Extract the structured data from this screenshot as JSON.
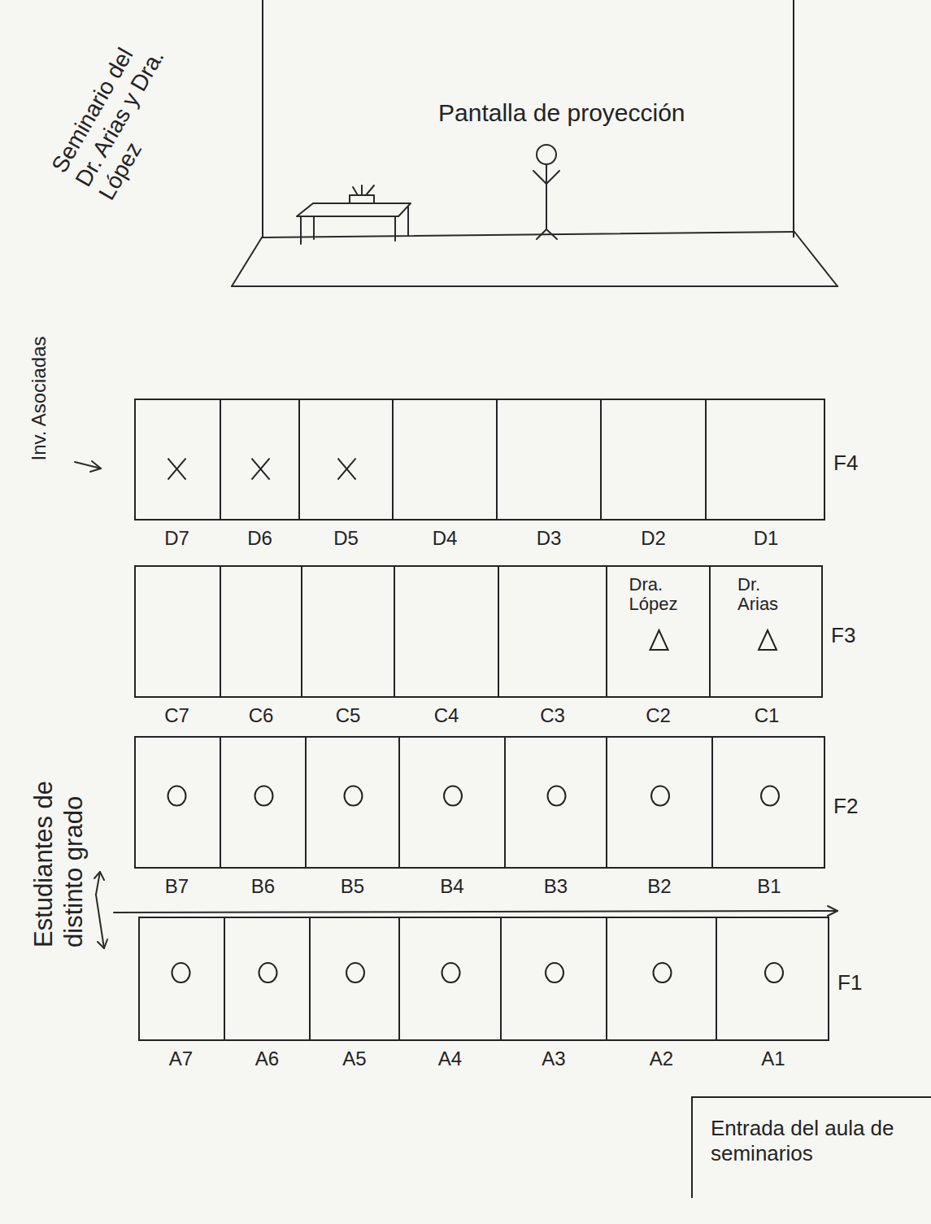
{
  "diagram": {
    "title": "Seminario del Dr. Arias y Dra. López",
    "nodes": [
      {
        "text": [
          "Pantalla de proyección"
        ]
      },
      {
        "text": [
          "F4"
        ]
      },
      {
        "text": [
          "D7"
        ],
        "in": 1
      },
      {
        "text": [
          "D6"
        ],
        "in": 1
      },
      {
        "text": [
          "D5"
        ],
        "in": 1
      },
      {
        "text": [
          "D4"
        ],
        "in": 1
      },
      {
        "text": [
          "D3"
        ],
        "in": 1
      },
      {
        "text": [
          "D2"
        ],
        "in": 1
      },
      {
        "text": [
          "D1"
        ],
        "in": 1
      },
      {
        "text": [
          "F3"
        ]
      },
      {
        "text": [
          "C7"
        ],
        "in": 9
      },
      {
        "text": [
          "C6"
        ],
        "in": 9
      },
      {
        "text": [
          "C5"
        ],
        "in": 9
      },
      {
        "text": [
          "C4"
        ],
        "in": 9
      },
      {
        "text": [
          "C3"
        ],
        "in": 9
      },
      {
        "text": [
          "Dra. López",
          "C2"
        ],
        "in": 9
      },
      {
        "text": [
          "Dr. Arias",
          "C1"
        ],
        "in": 9
      },
      {
        "text": [
          "F2"
        ]
      },
      {
        "text": [
          "B7"
        ],
        "in": 17
      },
      {
        "text": [
          "B6"
        ],
        "in": 17
      },
      {
        "text": [
          "B5"
        ],
        "in": 17
      },
      {
        "text": [
          "B4"
        ],
        "in": 17
      },
      {
        "text": [
          "B3"
        ],
        "in": 17
      },
      {
        "text": [
          "B2"
        ],
        "in": 17
      },
      {
        "text": [
          "B1"
        ],
        "in": 17
      },
      {
        "text": [
          "F1"
        ]
      },
      {
        "text": [
          "A7"
        ],
        "in": 25
      },
      {
        "text": [
          "A6"
        ],
        "in": 25
      },
      {
        "text": [
          "A5"
        ],
        "in": 25
      },
      {
        "text": [
          "A4"
        ],
        "in": 25
      },
      {
        "text": [
          "A3"
        ],
        "in": 25
      },
      {
        "text": [
          "A2"
        ],
        "in": 25
      },
      {
        "text": [
          "A1"
        ],
        "in": 25
      },
      {
        "text": [
          "Entrada del aula de seminarios"
        ]
      }
    ],
    "labels": [
      "Inv. Asociadas",
      "Estudiantes de distinto grado"
    ]
  }
}
